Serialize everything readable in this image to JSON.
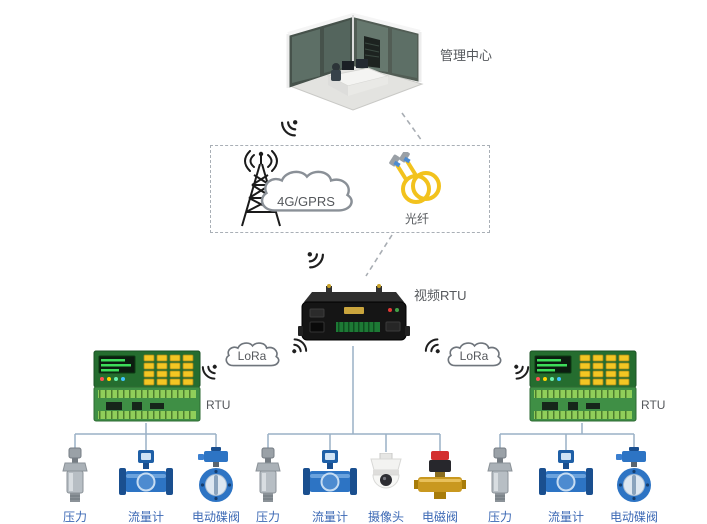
{
  "nodes": {
    "management_center": {
      "label": "管理中心"
    },
    "backhaul": {
      "network": "4G/GPRS",
      "fiber": "光纤"
    },
    "video_rtu": {
      "label": "视频RTU"
    },
    "rtu_left": {
      "label": "RTU"
    },
    "rtu_right": {
      "label": "RTU"
    },
    "lora_left": {
      "label": "LoRa"
    },
    "lora_right": {
      "label": "LoRa"
    }
  },
  "sensor_groups": {
    "left": {
      "items": [
        "压力",
        "流量计",
        "电动碟阀"
      ]
    },
    "middle": {
      "items": [
        "压力",
        "流量计",
        "摄像头",
        "电磁阀"
      ]
    },
    "right": {
      "items": [
        "压力",
        "流量计",
        "电动碟阀"
      ]
    }
  },
  "icons": {
    "wifi": "wifi-signal-icon",
    "tower": "antenna-tower-icon",
    "cloud": "cloud-icon",
    "fiber": "fiber-cable-icon"
  },
  "colors": {
    "sensor_label_blue": "#3c69b5",
    "node_label_gray": "#55585c",
    "tree_line": "#9ab0c6",
    "dashed_line": "#a8adb3",
    "pcb_green": "#3f8f45",
    "keypad_yellow": "#f3c623",
    "fiber_yellow": "#f2c21d",
    "flowmeter_blue": "#2d74c4",
    "solenoid_brass": "#c9981f",
    "solenoid_cap_red": "#d3302f"
  }
}
